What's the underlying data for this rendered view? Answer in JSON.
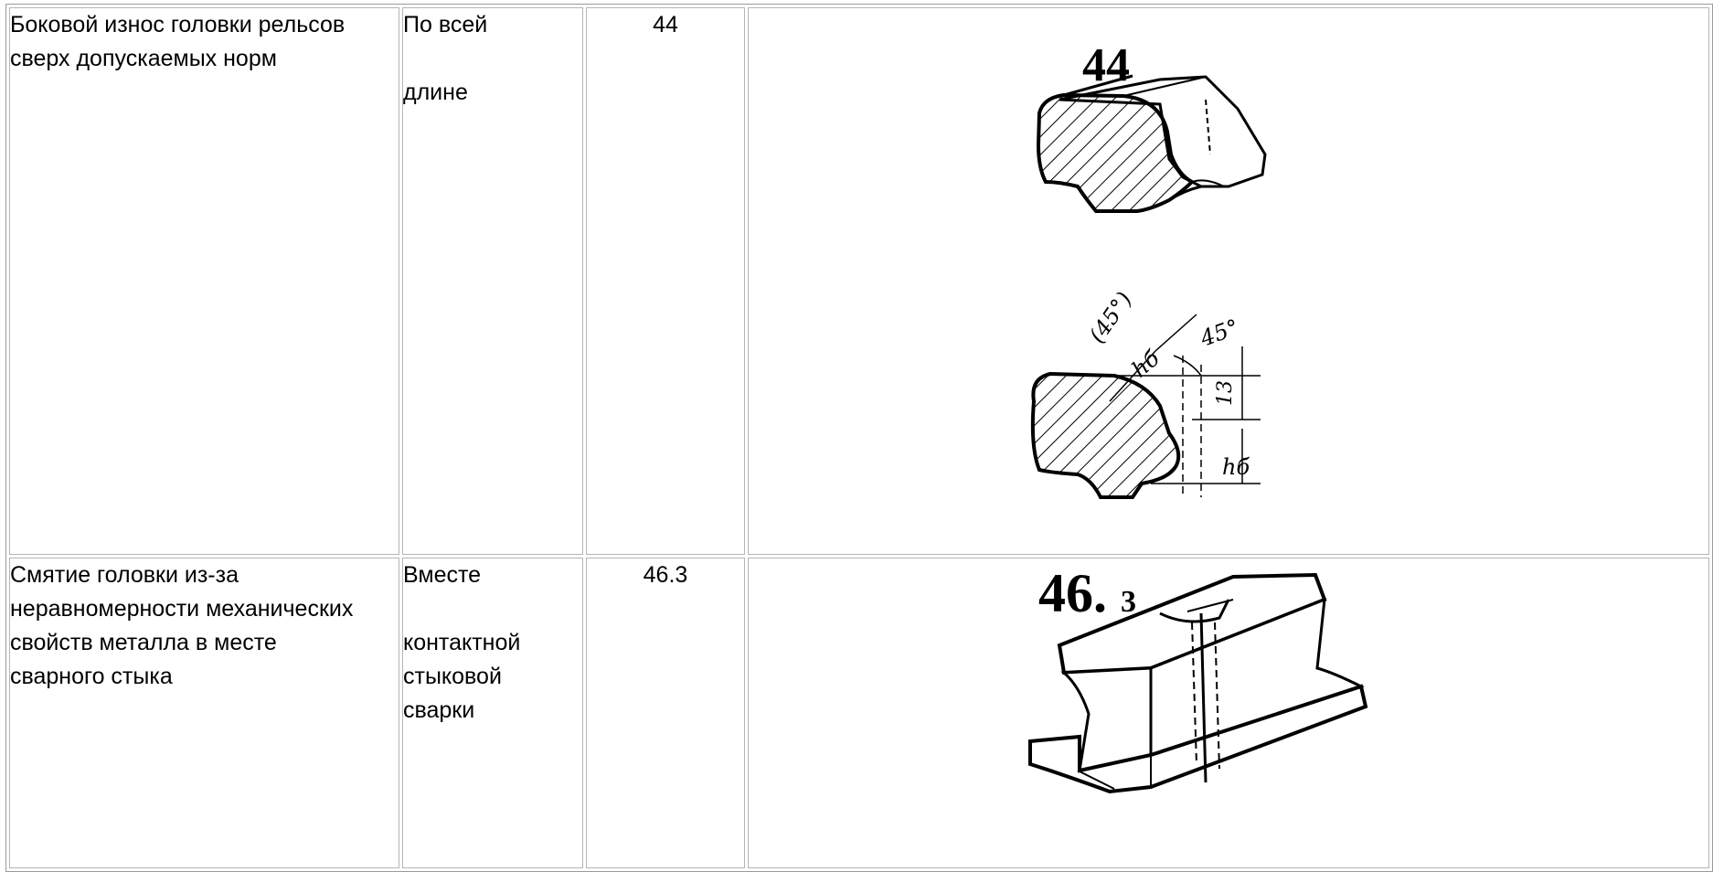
{
  "rows": [
    {
      "description": [
        "Боковой износ головки рельсов",
        "сверх допускаемых норм"
      ],
      "extent": [
        "По всей",
        "",
        "длине"
      ],
      "code": "44",
      "figure_label": "44",
      "drawing_labels": [
        "(45°)",
        "hб",
        "45°",
        "13",
        "hб"
      ]
    },
    {
      "description": [
        "Смятие головки из-за",
        "неравномерности механических",
        "свойств металла в месте",
        "сварного стыка"
      ],
      "extent": [
        "Вместе",
        "",
        "контактной",
        "стыковой",
        "сварки"
      ],
      "code": "46.3",
      "figure_label_main": "46.",
      "figure_label_sub": "3"
    }
  ]
}
